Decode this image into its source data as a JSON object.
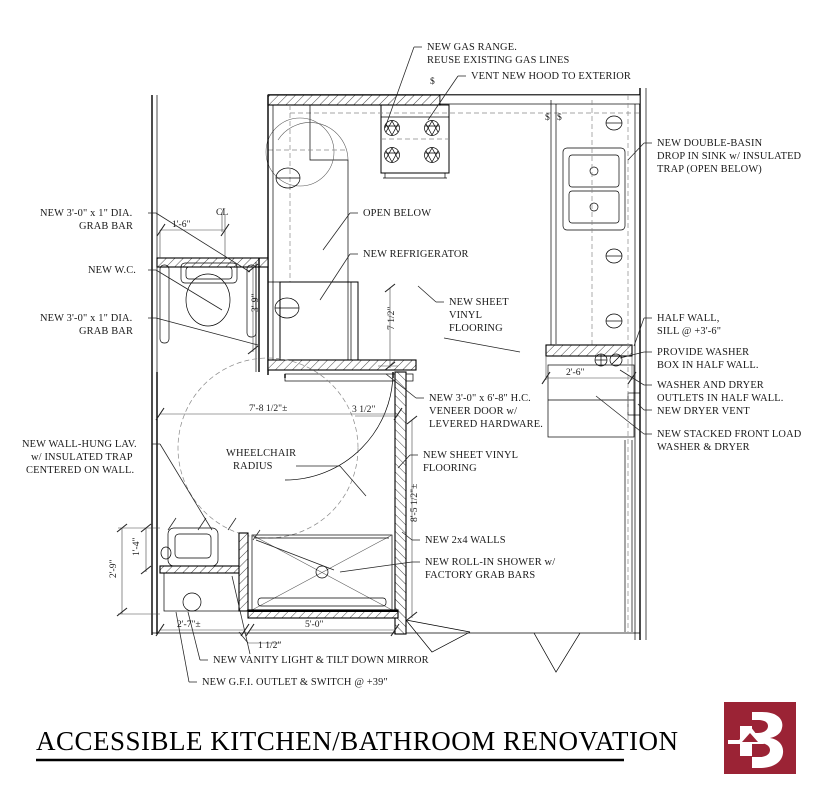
{
  "drawing": {
    "title": "ACCESSIBLE KITCHEN/BATHROOM RENOVATION",
    "type": "architectural-floor-plan",
    "logo_color": "#9B2335",
    "logo_glyph": "B"
  },
  "notes": {
    "gas_range": "NEW GAS RANGE.\nREUSE EXISTING  GAS LINES",
    "gas_range_l1": "NEW GAS RANGE.",
    "gas_range_l2": "REUSE EXISTING  GAS LINES",
    "vent_hood": "VENT NEW HOOD TO EXTERIOR",
    "sink_l1": "NEW DOUBLE-BASIN",
    "sink_l2": "DROP IN SINK w/ INSULATED",
    "sink_l3": "TRAP (OPEN BELOW)",
    "grab_bar_top_l1": "NEW 3'-0\" x 1\" DIA.",
    "grab_bar_top_l2": "GRAB BAR",
    "wc": "NEW W.C.",
    "grab_bar_bottom_l1": "NEW 3'-0\" x 1\" DIA.",
    "grab_bar_bottom_l2": "GRAB BAR",
    "open_below": "OPEN BELOW",
    "refrigerator": "NEW REFRIGERATOR",
    "sheet_vinyl_mid_l1": "NEW SHEET",
    "sheet_vinyl_mid_l2": "VINYL",
    "sheet_vinyl_mid_l3": "FLOORING",
    "half_wall_l1": "HALF WALL,",
    "half_wall_l2": "SILL @ +3'-6\"",
    "washer_box_l1": "PROVIDE WASHER",
    "washer_box_l2": "BOX IN HALF WALL.",
    "wd_outlets_l1": "WASHER AND DRYER",
    "wd_outlets_l2": "OUTLETS IN HALF WALL.",
    "dryer_vent": "NEW DRYER VENT",
    "stacked_wd_l1": "NEW STACKED FRONT LOAD",
    "stacked_wd_l2": "WASHER & DRYER",
    "door_l1": "NEW 3'-0\" x 6'-8\" H.C.",
    "door_l2": "VENEER DOOR w/",
    "door_l3": "LEVERED HARDWARE.",
    "sheet_vinyl_low_l1": "NEW SHEET VINYL",
    "sheet_vinyl_low_l2": "FLOORING",
    "lav_l1": "NEW WALL-HUNG LAV.",
    "lav_l2": "w/ INSULATED TRAP",
    "lav_l3": "CENTERED ON WALL.",
    "wheelchair_l1": "WHEELCHAIR",
    "wheelchair_l2": "RADIUS",
    "walls_2x4": "NEW 2x4 WALLS",
    "shower_l1": "NEW ROLL-IN SHOWER w/",
    "shower_l2": "FACTORY GRAB BARS",
    "vanity_light": "NEW VANITY LIGHT & TILT DOWN MIRROR",
    "gfi_outlet": "NEW G.F.I. OUTLET & SWITCH @ +39\""
  },
  "dimensions": {
    "grab_bar_offset": "1'-6\"",
    "centerline_symbol": "C̸L",
    "wc_clear": "3'-9\"",
    "counter_depth": "7 1/2\"",
    "wheelchair_span": "7'-8 1/2\"±",
    "door_jamb": "3 1/2\"",
    "half_wall_len": "2'-6\"",
    "bath_depth": "8'-5 1/2\"±",
    "lav_height": "1'-4\"",
    "lav_total": "2'-9\"",
    "lav_width": "2'-7\"±",
    "wall_thk": "1 1/2\"",
    "shower_width": "5'-0\""
  }
}
